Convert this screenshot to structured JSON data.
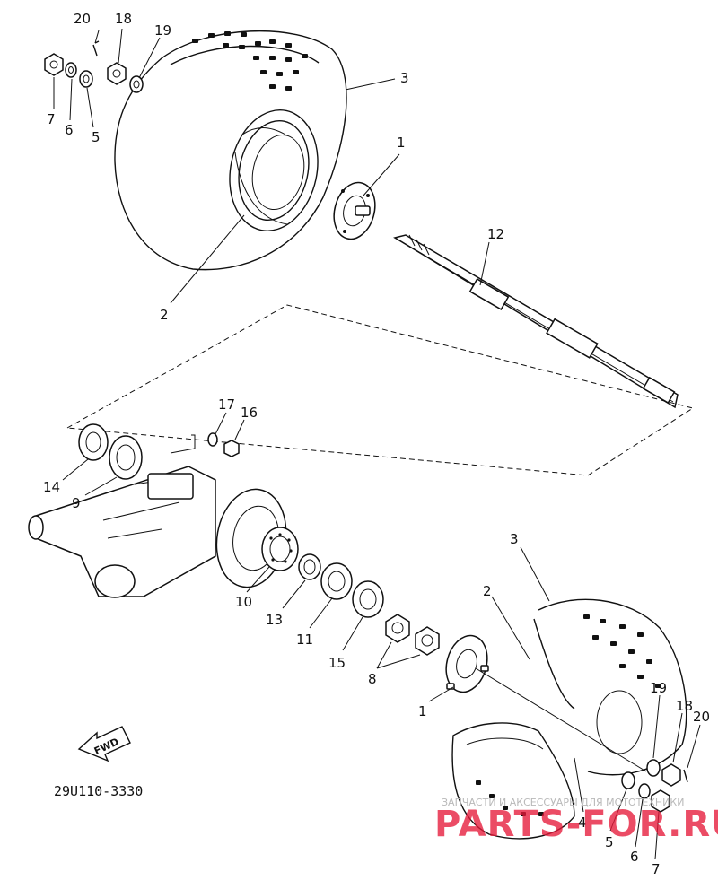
{
  "diagram": {
    "code": "29U110-3330",
    "fwd_label": "FWD",
    "watermark_line": "ЗАПЧАСТИ И АКСЕССУАРЫ ДЛЯ МОТОТЕХНИКИ",
    "watermark_brand": "PARTS-FOR.RU",
    "labels": [
      {
        "id": "top-20",
        "text": "20"
      },
      {
        "id": "top-18",
        "text": "18"
      },
      {
        "id": "top-19",
        "text": "19"
      },
      {
        "id": "top-3",
        "text": "3"
      },
      {
        "id": "top-7",
        "text": "7"
      },
      {
        "id": "top-6",
        "text": "6"
      },
      {
        "id": "top-5",
        "text": "5"
      },
      {
        "id": "top-1",
        "text": "1"
      },
      {
        "id": "top-12",
        "text": "12"
      },
      {
        "id": "top-2",
        "text": "2"
      },
      {
        "id": "mid-17",
        "text": "17"
      },
      {
        "id": "mid-16",
        "text": "16"
      },
      {
        "id": "mid-14",
        "text": "14"
      },
      {
        "id": "mid-9",
        "text": "9"
      },
      {
        "id": "mid-10",
        "text": "10"
      },
      {
        "id": "mid-13",
        "text": "13"
      },
      {
        "id": "mid-11",
        "text": "11"
      },
      {
        "id": "mid-15",
        "text": "15"
      },
      {
        "id": "mid-8",
        "text": "8"
      },
      {
        "id": "bot-3",
        "text": "3"
      },
      {
        "id": "bot-2",
        "text": "2"
      },
      {
        "id": "bot-1",
        "text": "1"
      },
      {
        "id": "bot-19",
        "text": "19"
      },
      {
        "id": "bot-18",
        "text": "18"
      },
      {
        "id": "bot-20",
        "text": "20"
      },
      {
        "id": "bot-4",
        "text": "4"
      },
      {
        "id": "bot-5",
        "text": "5"
      },
      {
        "id": "bot-6",
        "text": "6"
      },
      {
        "id": "bot-7",
        "text": "7"
      }
    ]
  }
}
